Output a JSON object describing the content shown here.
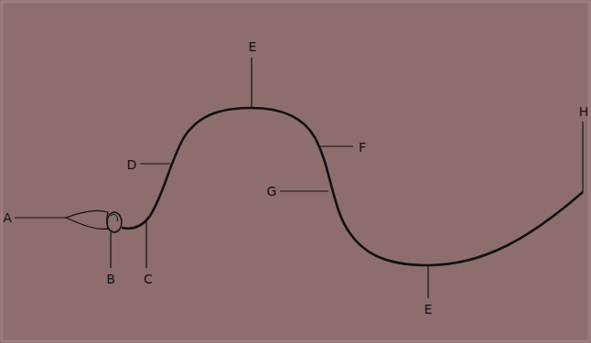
{
  "diagram": {
    "labels": [
      "E",
      "F",
      "H",
      "D",
      "G",
      "A",
      "B",
      "C",
      "E"
    ]
  }
}
